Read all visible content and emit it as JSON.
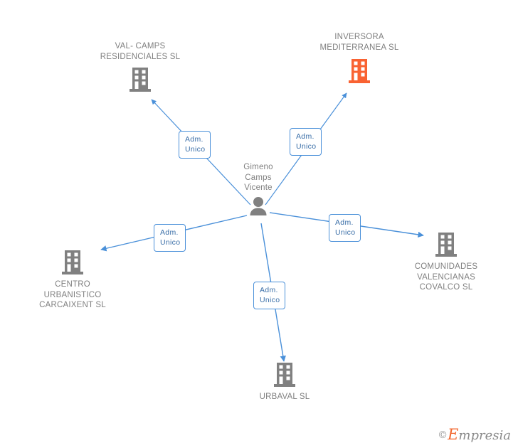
{
  "diagram": {
    "type": "corporate-relationship-network",
    "background_color": "#ffffff",
    "edge_color": "#4a90d9",
    "node_label_color": "#808080",
    "highlight_color": "#f96232",
    "default_node_color": "#808080",
    "center": {
      "id": "person-center",
      "name": "Gimeno\nCamps\nVicente",
      "icon": "person-icon",
      "color": "#808080"
    },
    "companies": [
      {
        "id": "val-camps-residenciales",
        "name": "VAL- CAMPS\nRESIDENCIALES SL",
        "icon": "building-icon",
        "color": "#808080",
        "highlighted": false
      },
      {
        "id": "inversora-mediterranea",
        "name": "INVERSORA\nMEDITERRANEA SL",
        "icon": "building-icon",
        "color": "#f96232",
        "highlighted": true
      },
      {
        "id": "centro-urbanistico-carcaixent",
        "name": "CENTRO\nURBANISTICO\nCARCAIXENT SL",
        "icon": "building-icon",
        "color": "#808080",
        "highlighted": false
      },
      {
        "id": "comunidades-valencianas-covalco",
        "name": "COMUNIDADES\nVALENCIANAS\nCOVALCO SL",
        "icon": "building-icon",
        "color": "#808080",
        "highlighted": false
      },
      {
        "id": "urbaval",
        "name": "URBAVAL SL",
        "icon": "building-icon",
        "color": "#808080",
        "highlighted": false
      }
    ],
    "relations": [
      {
        "id": "rel-val-camps",
        "from": "person-center",
        "to": "val-camps-residenciales",
        "label": "Adm.\nUnico"
      },
      {
        "id": "rel-inversora",
        "from": "person-center",
        "to": "inversora-mediterranea",
        "label": "Adm.\nUnico"
      },
      {
        "id": "rel-centro",
        "from": "person-center",
        "to": "centro-urbanistico-carcaixent",
        "label": "Adm.\nUnico"
      },
      {
        "id": "rel-covalco",
        "from": "person-center",
        "to": "comunidades-valencianas-covalco",
        "label": "Adm.\nUnico"
      },
      {
        "id": "rel-urbaval",
        "from": "person-center",
        "to": "urbaval",
        "label": "Adm.\nUnico"
      }
    ]
  },
  "watermark": {
    "copyright": "©",
    "brand_first": "E",
    "brand_rest": "mpresia"
  }
}
